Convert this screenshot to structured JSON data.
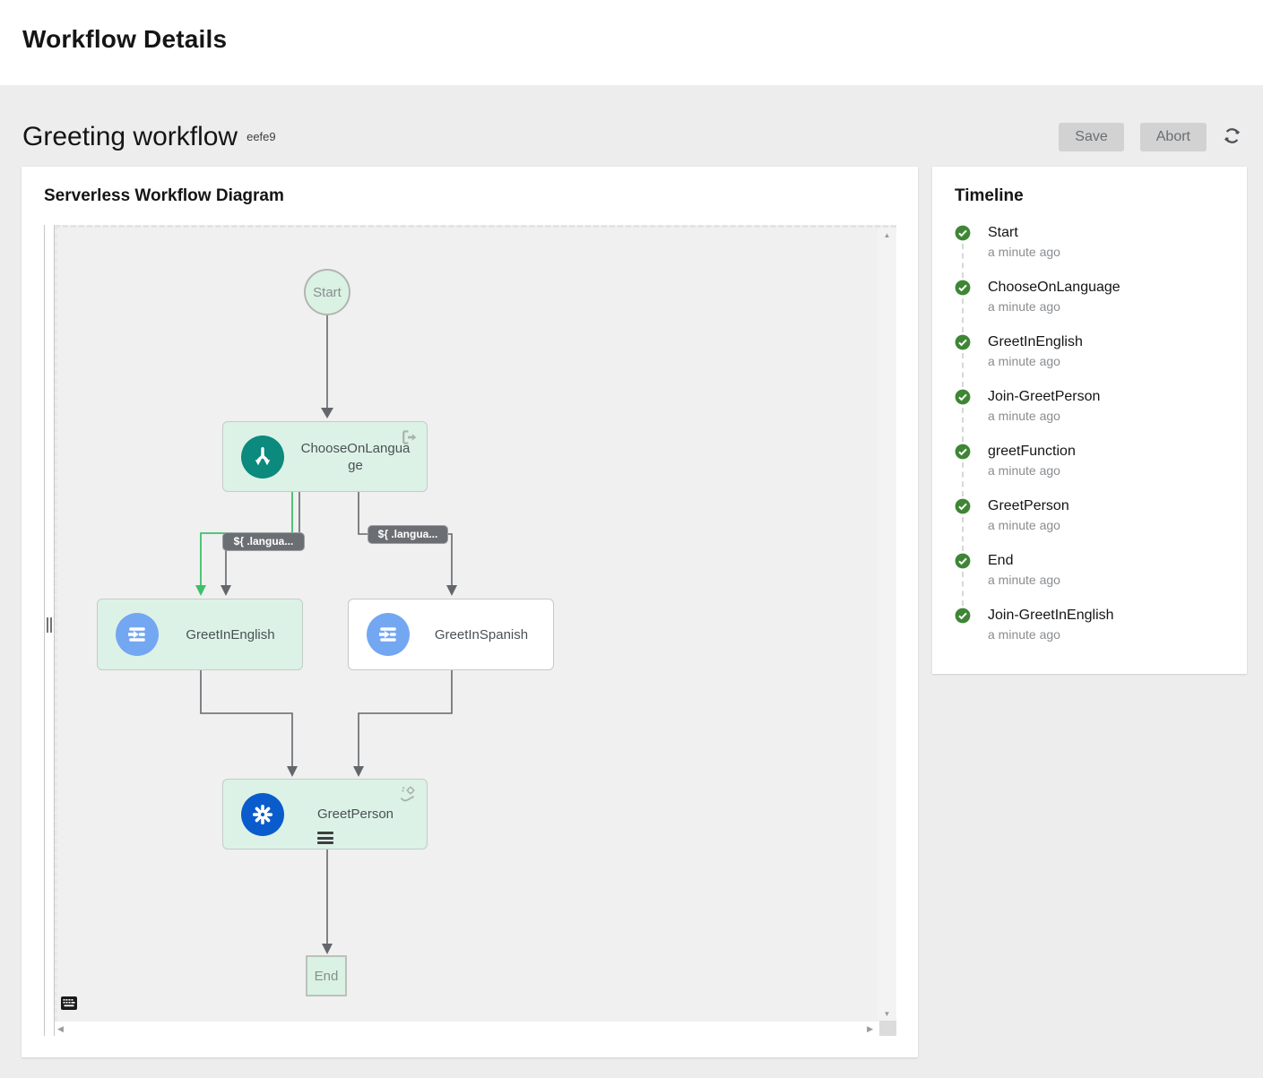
{
  "header": {
    "title": "Workflow Details"
  },
  "toolbar": {
    "workflow_name": "Greeting workflow",
    "workflow_id": "eefe9",
    "save_label": "Save",
    "abort_label": "Abort",
    "refresh_icon": "circular-arrows"
  },
  "diagram": {
    "title": "Serverless Workflow Diagram",
    "nodes": {
      "start": {
        "label": "Start",
        "type": "start",
        "executed": true
      },
      "choose": {
        "label": "ChooseOnLanguage",
        "type": "switch",
        "executed": true,
        "corner_icon": "sign-out-icon"
      },
      "greet_in_english": {
        "label": "GreetInEnglish",
        "type": "inject",
        "executed": true
      },
      "greet_in_spanish": {
        "label": "GreetInSpanish",
        "type": "inject",
        "executed": false
      },
      "greet_person": {
        "label": "GreetPerson",
        "type": "operation",
        "executed": true,
        "corner_icon": "service-call-icon"
      },
      "end": {
        "label": "End",
        "type": "end",
        "executed": true
      }
    },
    "edge_labels": [
      "${ .langua...",
      "${ .langua..."
    ],
    "colors": {
      "executed_fill": "#ddf2e6",
      "idle_fill": "#ffffff",
      "switch_accent": "#0b8a7d",
      "inject_accent": "#74a7f2",
      "operation_accent": "#0a5ccc",
      "edge_gray": "#63676c",
      "edge_active_green": "#3ec06b",
      "edge_label_bg": "#6b6f74",
      "canvas_bg": "#f0f0f0"
    }
  },
  "timeline": {
    "title": "Timeline",
    "status_color": "#3e8635",
    "items": [
      {
        "label": "Start",
        "time": "a minute ago",
        "status": "completed"
      },
      {
        "label": "ChooseOnLanguage",
        "time": "a minute ago",
        "status": "completed"
      },
      {
        "label": "GreetInEnglish",
        "time": "a minute ago",
        "status": "completed"
      },
      {
        "label": "Join-GreetPerson",
        "time": "a minute ago",
        "status": "completed"
      },
      {
        "label": "greetFunction",
        "time": "a minute ago",
        "status": "completed"
      },
      {
        "label": "GreetPerson",
        "time": "a minute ago",
        "status": "completed"
      },
      {
        "label": "End",
        "time": "a minute ago",
        "status": "completed"
      },
      {
        "label": "Join-GreetInEnglish",
        "time": "a minute ago",
        "status": "completed"
      }
    ]
  }
}
